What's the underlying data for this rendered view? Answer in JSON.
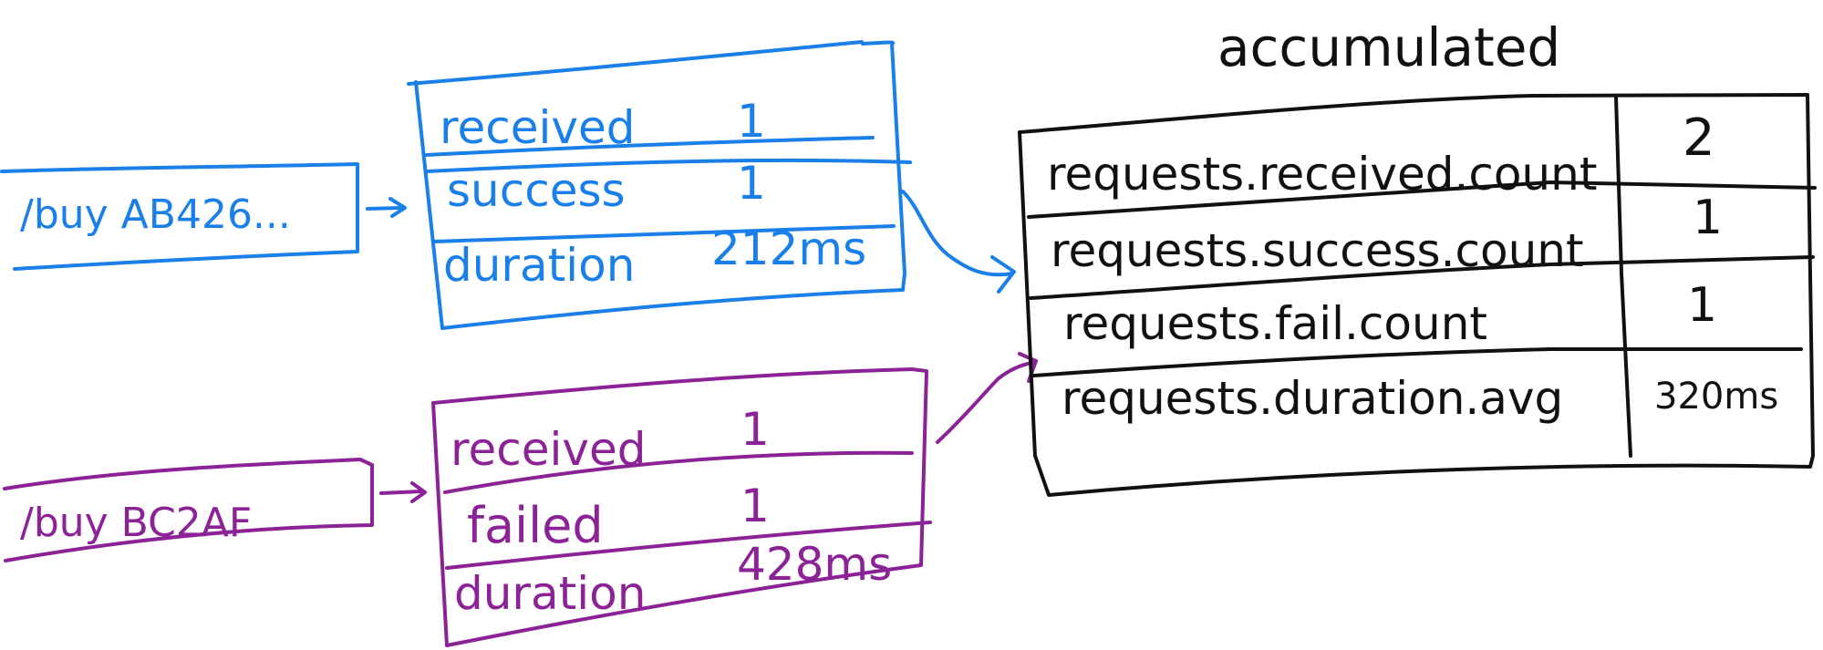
{
  "colors": {
    "request_a": "#1a7fe8",
    "request_b": "#8b2296",
    "accumulated": "#111111",
    "background": "#ffffff"
  },
  "request_a": {
    "label": "/buy AB426...",
    "metrics": [
      {
        "name": "received",
        "value": "1"
      },
      {
        "name": "success",
        "value": "1"
      },
      {
        "name": "duration",
        "value": "212ms"
      }
    ]
  },
  "request_b": {
    "label": "/buy BC2AF",
    "metrics": [
      {
        "name": "received",
        "value": "1"
      },
      {
        "name": "failed",
        "value": "1"
      },
      {
        "name": "duration",
        "value": "428ms"
      }
    ]
  },
  "accumulated": {
    "title": "accumulated",
    "rows": [
      {
        "name": "requests.received.count",
        "value": "2"
      },
      {
        "name": "requests.success.count",
        "value": "1"
      },
      {
        "name": "requests.fail.count",
        "value": "1"
      },
      {
        "name": "requests.duration.avg",
        "value": "320ms"
      }
    ]
  },
  "arrows": [
    {
      "from": "request_a.label",
      "to": "request_a.metrics"
    },
    {
      "from": "request_b.label",
      "to": "request_b.metrics"
    },
    {
      "from": "request_a.metrics",
      "to": "accumulated"
    },
    {
      "from": "request_b.metrics",
      "to": "accumulated"
    }
  ]
}
